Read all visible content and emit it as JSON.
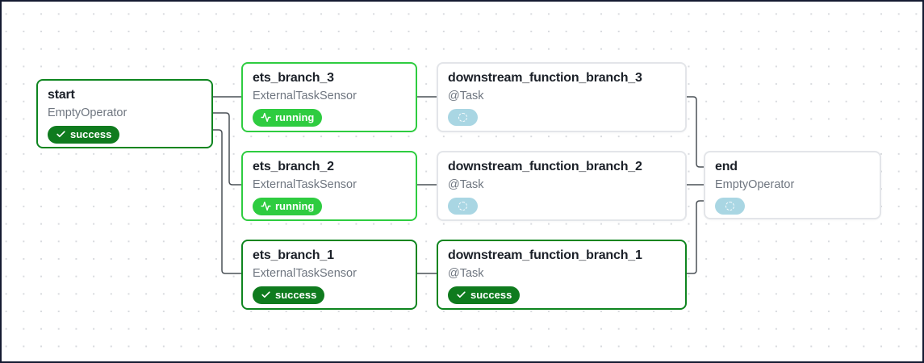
{
  "diagram": {
    "type": "dag-graph",
    "nodes": [
      {
        "id": "start",
        "title": "start",
        "subtitle": "EmptyOperator",
        "state": "success"
      },
      {
        "id": "ets_branch_3",
        "title": "ets_branch_3",
        "subtitle": "ExternalTaskSensor",
        "state": "running"
      },
      {
        "id": "ets_branch_2",
        "title": "ets_branch_2",
        "subtitle": "ExternalTaskSensor",
        "state": "running"
      },
      {
        "id": "ets_branch_1",
        "title": "ets_branch_1",
        "subtitle": "ExternalTaskSensor",
        "state": "success"
      },
      {
        "id": "downstream_function_branch_3",
        "title": "downstream_function_branch_3",
        "subtitle": "@Task",
        "state": "none"
      },
      {
        "id": "downstream_function_branch_2",
        "title": "downstream_function_branch_2",
        "subtitle": "@Task",
        "state": "none"
      },
      {
        "id": "downstream_function_branch_1",
        "title": "downstream_function_branch_1",
        "subtitle": "@Task",
        "state": "success"
      },
      {
        "id": "end",
        "title": "end",
        "subtitle": "EmptyOperator",
        "state": "none"
      }
    ],
    "edges": [
      {
        "from": "start",
        "to": "ets_branch_3"
      },
      {
        "from": "start",
        "to": "ets_branch_2"
      },
      {
        "from": "start",
        "to": "ets_branch_1"
      },
      {
        "from": "ets_branch_3",
        "to": "downstream_function_branch_3"
      },
      {
        "from": "ets_branch_2",
        "to": "downstream_function_branch_2"
      },
      {
        "from": "ets_branch_1",
        "to": "downstream_function_branch_1"
      },
      {
        "from": "downstream_function_branch_3",
        "to": "end"
      },
      {
        "from": "downstream_function_branch_2",
        "to": "end"
      },
      {
        "from": "downstream_function_branch_1",
        "to": "end"
      }
    ],
    "badge_icons": {
      "success": "check-icon",
      "running": "activity-icon",
      "none": "dashed-circle-icon"
    },
    "colors": {
      "success_green": "#0f7b1e",
      "running_green": "#2ecc40",
      "none_lightblue": "#a9d6e3",
      "dark_green_border": "#0e851f",
      "bright_green_border": "#2ecc40",
      "gray_border": "#e3e5e9",
      "edge_gray": "#4a5056",
      "frame_navy": "#141a31",
      "title_text": "#1c2129",
      "subtitle_text": "#6f7680",
      "dot_grid": "#d8dade"
    }
  }
}
